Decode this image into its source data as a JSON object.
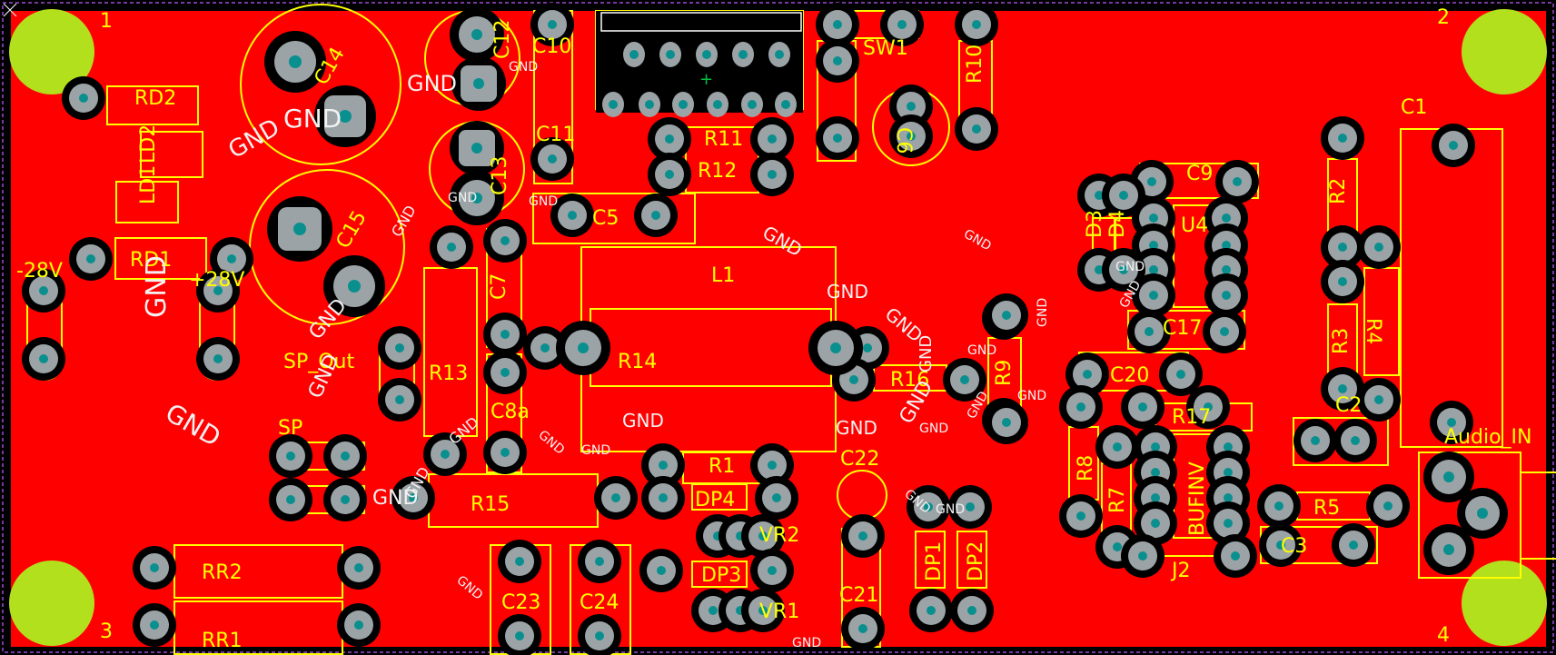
{
  "board": {
    "copper_color": "#ff0000",
    "silk_color": "#ffff00",
    "mount_hole_color": "#b3e01c",
    "drill_color": "#0a8f8f",
    "pad_color": "#9ba3a6",
    "corner_labels": [
      "1",
      "2",
      "3",
      "4"
    ]
  },
  "designators": [
    "C14",
    "C12",
    "C10",
    "SW1",
    "R10",
    "RD2",
    "LD2",
    "LD1",
    "C11",
    "R11",
    "C6",
    "R12",
    "C13",
    "C1",
    "C9",
    "C15",
    "D3",
    "D4",
    "U4",
    "R2",
    "RD1",
    "-28V",
    "+28V",
    "C5",
    "L1",
    "C7",
    "R4",
    "R14",
    "R3",
    "C17",
    "SP_Out",
    "R13",
    "R16",
    "R9",
    "C20",
    "C8a",
    "R17",
    "C2",
    "R8",
    "Audio_IN",
    "SP",
    "R1",
    "C22",
    "R7",
    "BUFINV",
    "R15",
    "DP4",
    "VR2",
    "DP1",
    "DP2",
    "R5",
    "RR2",
    "C3",
    "J2",
    "DP3",
    "C23",
    "C24",
    "C21",
    "VR1",
    "RR1"
  ],
  "net_labels": [
    "GND",
    "GND",
    "GND",
    "GND",
    "GND",
    "GND",
    "GND",
    "GND",
    "GND",
    "GND",
    "GND",
    "GND",
    "GND",
    "GND",
    "GND",
    "GND",
    "GND",
    "GND",
    "GND",
    "GND",
    "GND",
    "GND",
    "GND",
    "GND",
    "GND",
    "GND",
    "GND",
    "GND",
    "GND",
    "GND",
    "GND",
    "GND",
    "GND",
    "GND",
    "GND"
  ]
}
